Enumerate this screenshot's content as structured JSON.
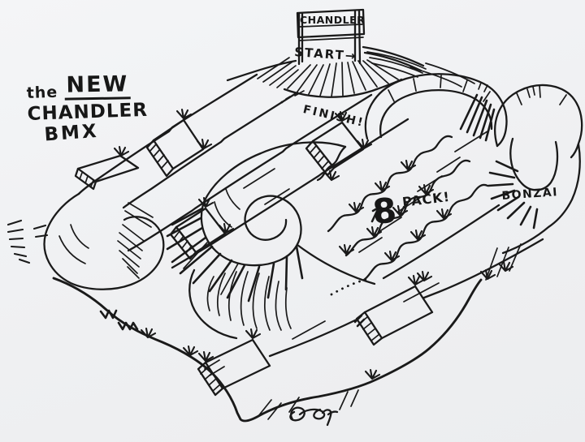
{
  "artwork": {
    "paper_color": "#f1f2f4",
    "ink_color": "#1a1a1a"
  },
  "title": {
    "word_the": "the",
    "word_new": "NEW",
    "line_chandler": "CHANDLER",
    "line_bmx": "BMX"
  },
  "start_gate": {
    "sign_text": "CHANDLER",
    "start_label": "START→"
  },
  "track_labels": {
    "finish": "FINISH!",
    "eight_pack_number": "8",
    "eight_pack_word": "PACK!",
    "bonzai": "BONZAI"
  }
}
